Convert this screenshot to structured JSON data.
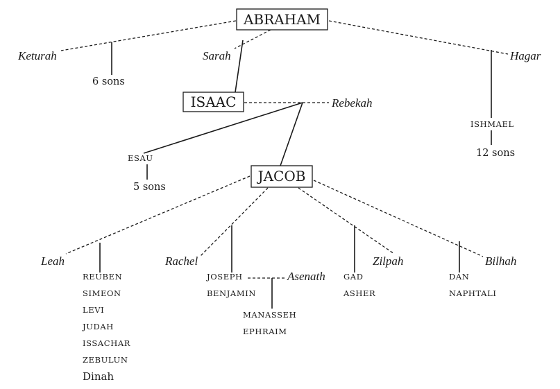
{
  "boxes": {
    "abraham": "ABRAHAM",
    "isaac": "ISAAC",
    "jacob": "JACOB"
  },
  "wives": {
    "keturah": "Keturah",
    "sarah": "Sarah",
    "hagar": "Hagar",
    "rebekah": "Rebekah",
    "leah": "Leah",
    "rachel": "Rachel",
    "zilpah": "Zilpah",
    "bilhah": "Bilhah",
    "asenath": "Asenath"
  },
  "children": {
    "keturah_sons": "6 sons",
    "ishmael": "ISHMAEL",
    "ishmael_sons": "12 sons",
    "esau": "ESAU",
    "esau_sons": "5 sons",
    "leah_children": [
      "REUBEN",
      "SIMEON",
      "LEVI",
      "JUDAH",
      "ISSACHAR",
      "ZEBULUN",
      "Dinah"
    ],
    "rachel_children": [
      "JOSEPH",
      "BENJAMIN"
    ],
    "joseph_children": [
      "MANASSEH",
      "EPHRAIM"
    ],
    "zilpah_children": [
      "GAD",
      "ASHER"
    ],
    "bilhah_children": [
      "DAN",
      "NAPHTALI"
    ]
  }
}
